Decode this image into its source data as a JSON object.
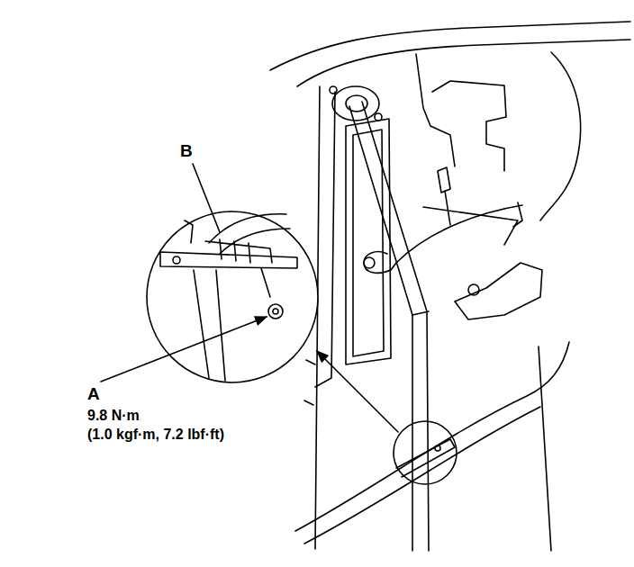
{
  "diagram": {
    "labels": [
      "B",
      "A",
      "9.8 N·m",
      "(1.0 kgf·m, 7.2 lbf·ft)"
    ]
  }
}
